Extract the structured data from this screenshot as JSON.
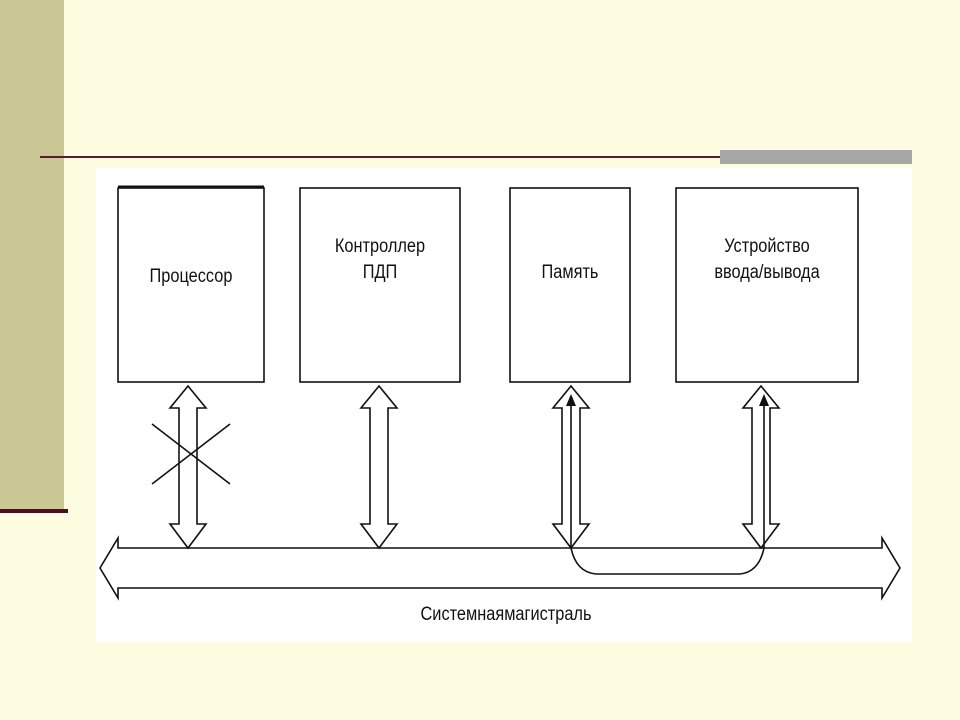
{
  "diagram": {
    "blocks": [
      {
        "id": "processor",
        "label": "Процессор"
      },
      {
        "id": "dma",
        "label_line1": "Контроллер",
        "label_line2": "ПДП"
      },
      {
        "id": "memory",
        "label": "Память"
      },
      {
        "id": "io",
        "label_line1": "Устройство",
        "label_line2": "ввода/вывода"
      }
    ],
    "bus_label": "Системнаямагистраль"
  },
  "colors": {
    "background": "#fdfce0",
    "sidebar": "#cac795",
    "accent_dark": "#4e0b27",
    "accent_gray": "#a6a6a6"
  }
}
